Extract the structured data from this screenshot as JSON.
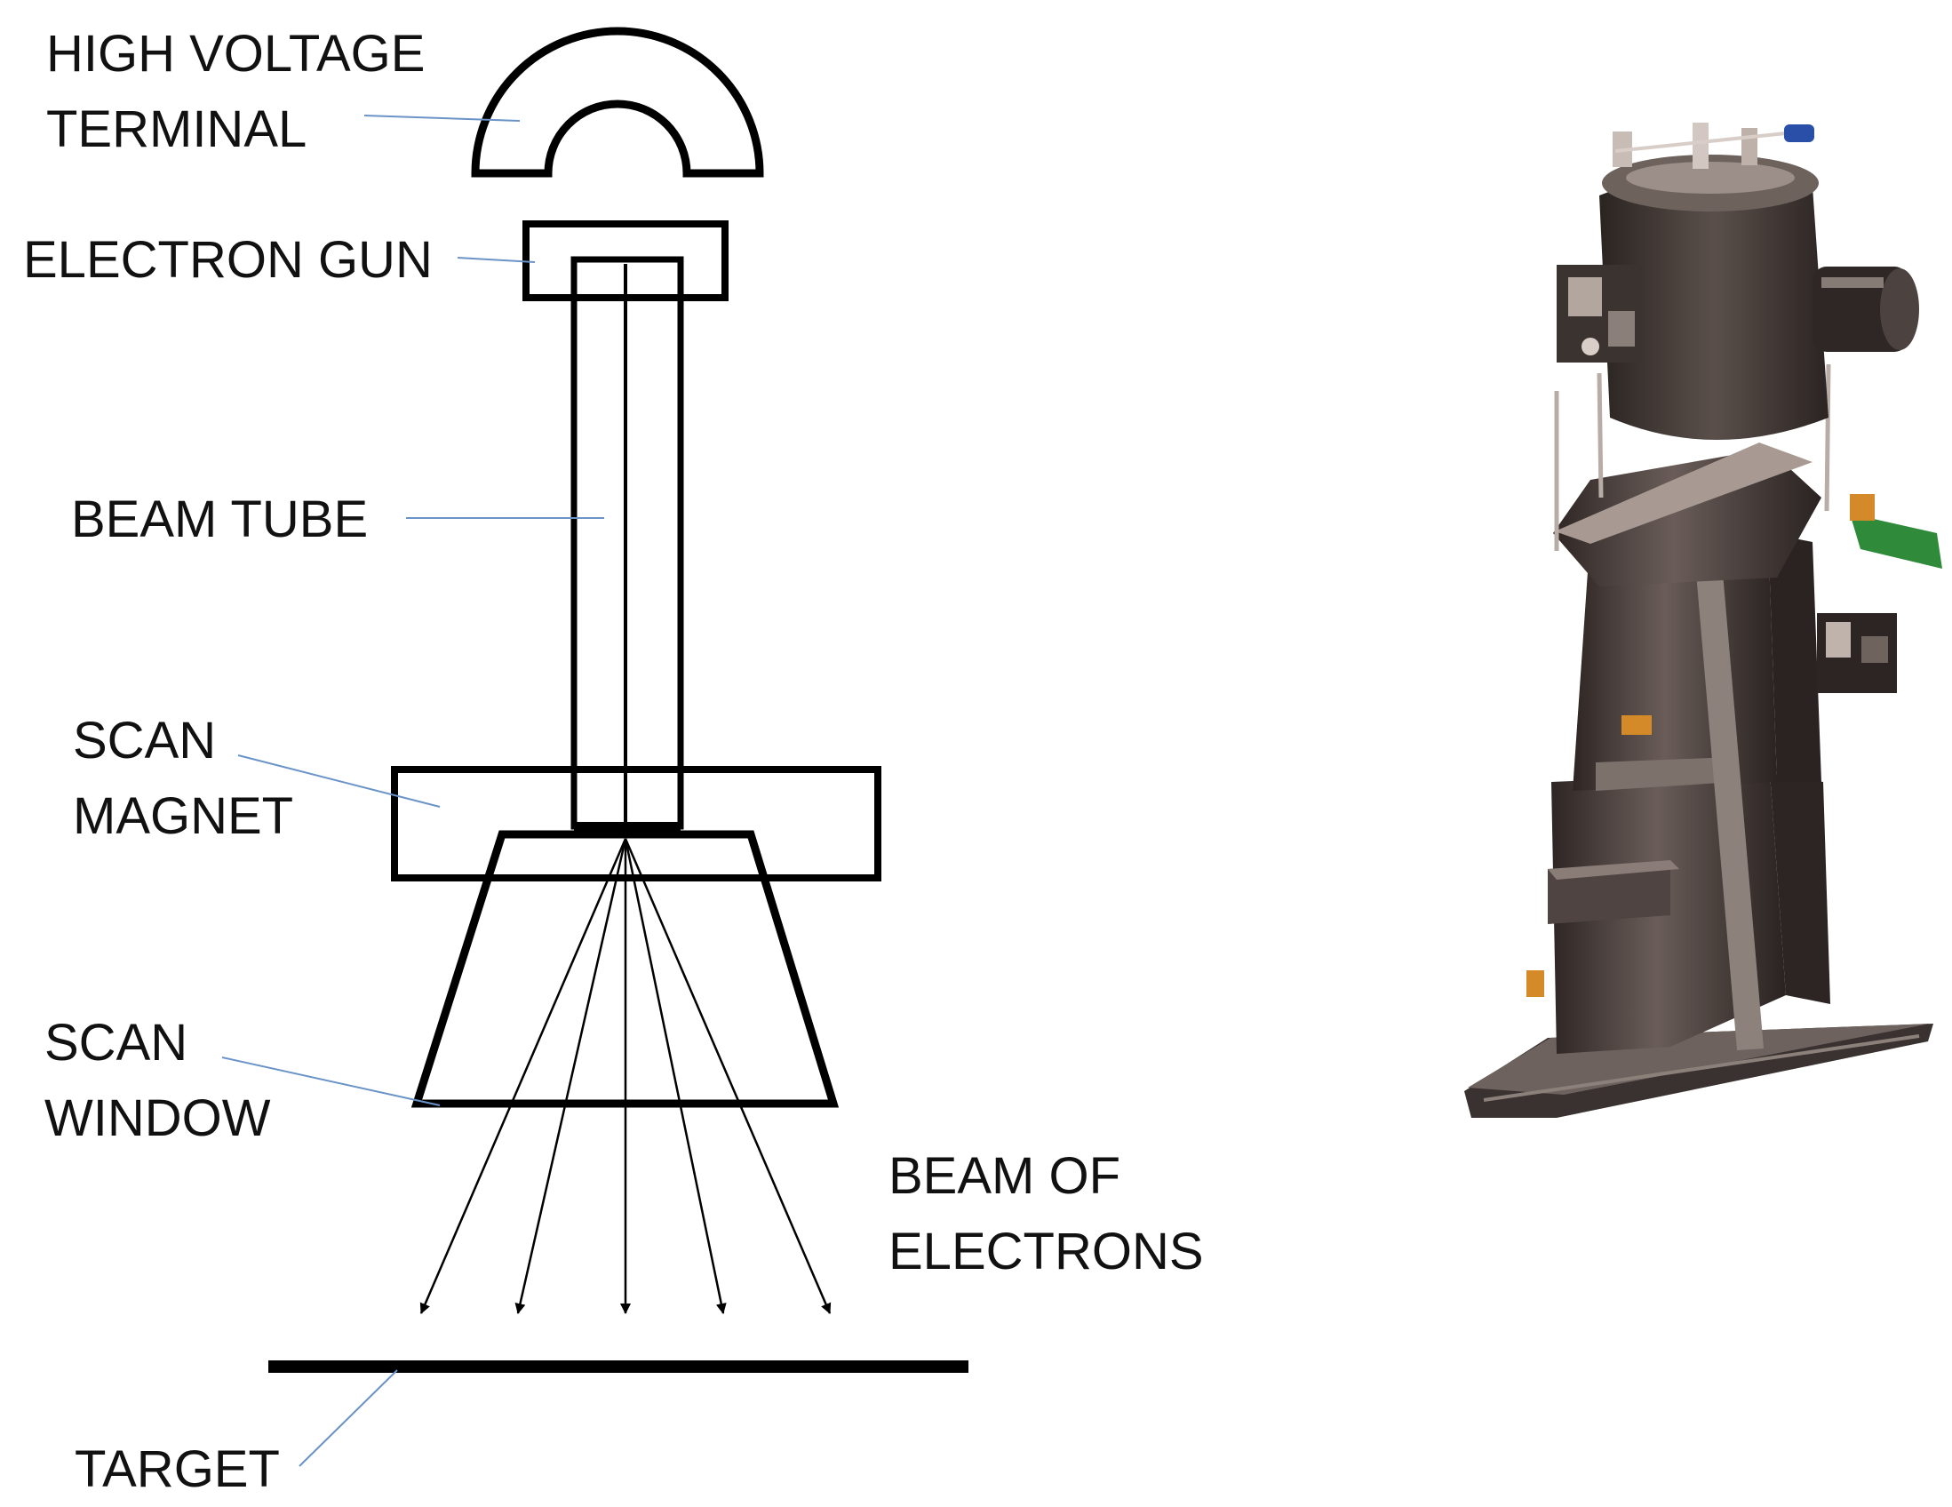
{
  "diagram": {
    "labels": {
      "high_voltage_terminal": [
        "HIGH VOLTAGE",
        "TERMINAL"
      ],
      "electron_gun": "ELECTRON GUN",
      "beam_tube": "BEAM TUBE",
      "scan_magnet": [
        "SCAN",
        "MAGNET"
      ],
      "scan_window": [
        "SCAN",
        "WINDOW"
      ],
      "beam_of_electrons": [
        "BEAM OF",
        "ELECTRONS"
      ],
      "target": "TARGET"
    },
    "beam_ray_count": 5,
    "colors": {
      "outline": "#000000",
      "leader_line": "#6a93c8",
      "text": "#111111"
    }
  },
  "photo": {
    "subject": "electron-beam-accelerator-photo",
    "colors": {
      "body_dark": "#3c3431",
      "body_mid": "#5e5350",
      "highlight": "#8a7f7a",
      "accent_green": "#2f8a3a",
      "accent_orange": "#d58a2a",
      "accent_blue": "#2a4fa8"
    }
  }
}
